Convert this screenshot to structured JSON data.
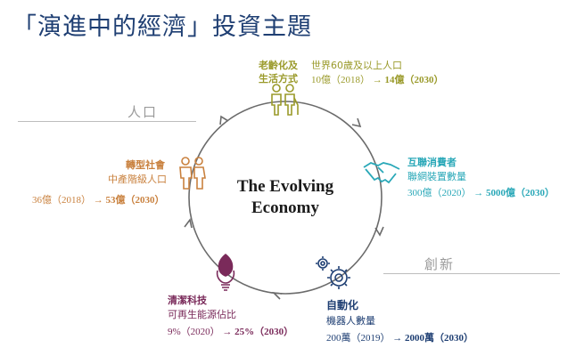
{
  "title": "「演進中的經濟」投資主題",
  "categories": {
    "population": "人口",
    "innovation": "創新"
  },
  "center": {
    "line1": "The Evolving",
    "line2": "Economy"
  },
  "themes": {
    "aging": {
      "name_line1": "老齡化及",
      "name_line2": "生活方式",
      "desc": "世界60歲及以上人口",
      "from": "10億（2018）",
      "arrow": "→",
      "to": "14億（2030）",
      "color": "#9a9a2a",
      "icon": "family-icon"
    },
    "connected": {
      "name": "互聯消費者",
      "desc": "聯網裝置數量",
      "from": "300億（2020）",
      "arrow": "→",
      "to": "5000億（2030）",
      "color": "#2aa8b8",
      "icon": "handshake-icon"
    },
    "automation": {
      "name": "自動化",
      "desc": "機器人數量",
      "from": "200萬（2019）",
      "arrow": "→",
      "to": "2000萬（2030）",
      "color": "#1f3f73",
      "icon": "gears-icon"
    },
    "clean": {
      "name": "清潔科技",
      "desc": "可再生能源佔比",
      "from": "9%（2020）",
      "arrow": "→",
      "to": "25%（2030）",
      "color": "#7a2a5a",
      "icon": "bulb-leaf-icon"
    },
    "society": {
      "name": "轉型社會",
      "desc": "中產階級人口",
      "from": "36億（2018）",
      "arrow": "→",
      "to": "53億（2030）",
      "color": "#c9813e",
      "icon": "people-icon"
    }
  }
}
